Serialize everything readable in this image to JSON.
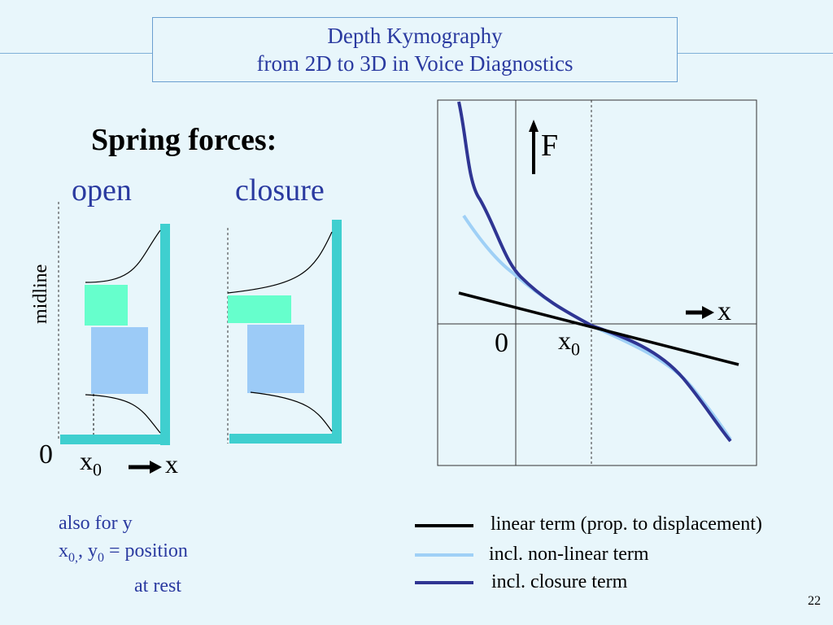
{
  "title": {
    "line1": "Depth Kymography",
    "line2": "from 2D to 3D in Voice Diagnostics"
  },
  "heading": "Spring forces:",
  "labels": {
    "open": "open",
    "closure": "closure",
    "midline": "midline",
    "zero_left": "0",
    "x0_left": "x",
    "x0_left_sub": "0",
    "x_axis_left": "x"
  },
  "note": {
    "line1": "also for  y",
    "line2_a": "x",
    "line2_a_sub": "0,",
    "line2_b": ", y",
    "line2_b_sub": "0",
    "line2_c": " = position",
    "line3": "at rest"
  },
  "graph": {
    "f_label": "F",
    "x_label": "x",
    "zero_label": "0",
    "x0_label": "x",
    "x0_sub": "0"
  },
  "legend": [
    {
      "label": "linear term (prop. to displacement)",
      "color": "#000000"
    },
    {
      "label": "incl. non-linear term",
      "color": "#9fd0f6"
    },
    {
      "label": "incl. closure term",
      "color": "#2f3593"
    }
  ],
  "page_number": "22",
  "colors": {
    "title_text": "#2a3aa0",
    "wall": "#3fcfcf",
    "upper_block": "#66ffcc",
    "lower_block": "#9ccbf7",
    "closure_curve": "#2f3593",
    "nonlinear_curve": "#9fd0f6"
  }
}
